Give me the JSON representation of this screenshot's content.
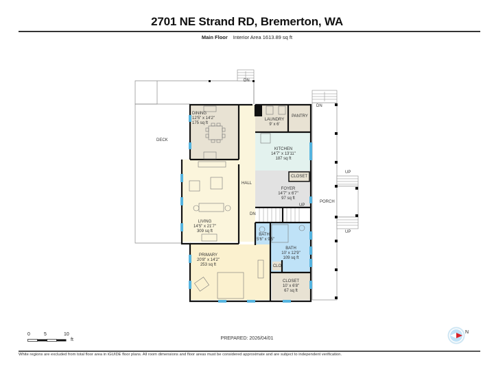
{
  "header": {
    "title": "2701 NE Strand RD, Bremerton, WA",
    "floor_name": "Main Floor",
    "interior_area": "Interior Area 1613.89 sq ft"
  },
  "floorplan": {
    "colors": {
      "dining": "#e8e2d3",
      "living": "#fbf5dc",
      "hall": "#fbf5dc",
      "kitchen": "#e3f2ee",
      "laundry": "#e8e2d3",
      "pantry": "#e8e2d3",
      "foyer": "#e2e2e2",
      "bath": "#bfe2f7",
      "primary": "#fbf1cf",
      "closet": "#e8e2d3",
      "wall": "#111111",
      "window": "#55b4e0"
    },
    "rooms": [
      {
        "name": "DINING",
        "dims": "12'5\" x 14'2\"",
        "area": "175 sq ft"
      },
      {
        "name": "LAUNDRY",
        "dims": "9' x 6'",
        "area": ""
      },
      {
        "name": "PANTRY",
        "dims": "",
        "area": ""
      },
      {
        "name": "KITCHEN",
        "dims": "14'7\" x 13'11\"",
        "area": "187 sq ft"
      },
      {
        "name": "CLOSET",
        "dims": "",
        "area": ""
      },
      {
        "name": "HALL",
        "dims": "",
        "area": ""
      },
      {
        "name": "FOYER",
        "dims": "14'7\" x 6'7\"",
        "area": "97 sq ft"
      },
      {
        "name": "LIVING",
        "dims": "14'5\" x 21'7\"",
        "area": "309 sq ft"
      },
      {
        "name": "BATH",
        "dims": "5'6\" x 9'5\"",
        "area": ""
      },
      {
        "name": "BATH",
        "dims": "10' x 12'9\"",
        "area": "109 sq ft"
      },
      {
        "name": "PRIMARY",
        "dims": "20'8\" x 14'2\"",
        "area": "253 sq ft"
      },
      {
        "name": "CLO",
        "dims": "",
        "area": ""
      },
      {
        "name": "CLOSET",
        "dims": "10' x 6'8\"",
        "area": "67 sq ft"
      }
    ],
    "exterior": {
      "deck": "DECK",
      "porch": "PORCH",
      "stair_labels": [
        "DN",
        "DN",
        "UP",
        "UP",
        "DN",
        "UP"
      ]
    }
  },
  "footer": {
    "scale_ticks": [
      "0",
      "5",
      "10"
    ],
    "scale_unit": "ft",
    "prepared": "PREPARED: 2026/04/01",
    "compass_label": "N",
    "disclaimer": "White regions are excluded from total floor area in iGUIDE floor plans. All room dimensions and floor areas must be considered approximate and are subject to independent verification."
  }
}
